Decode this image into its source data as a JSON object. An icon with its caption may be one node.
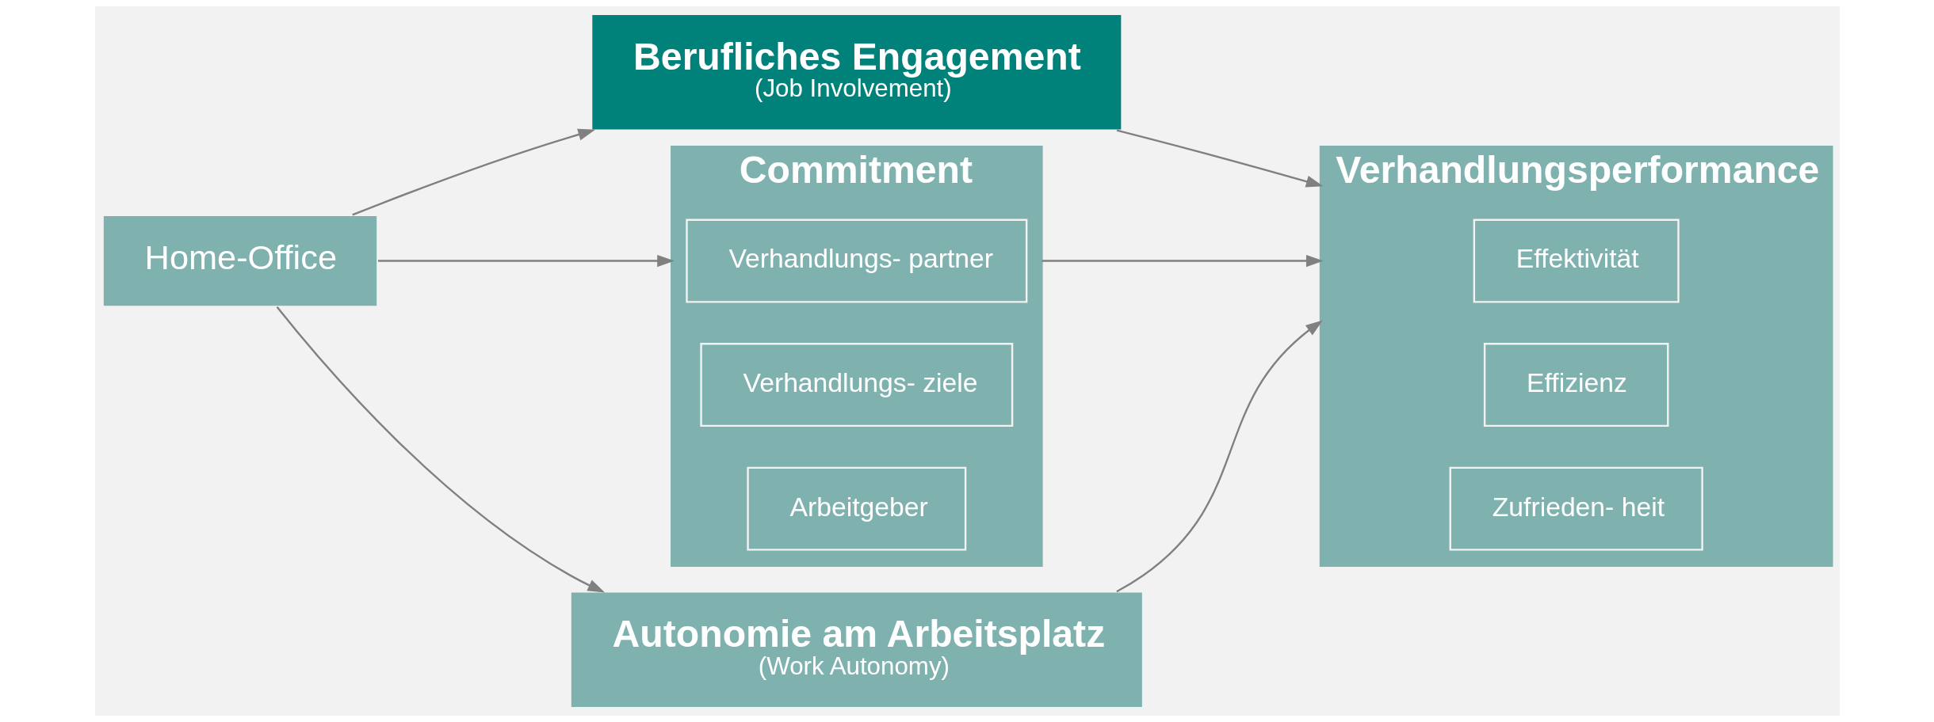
{
  "diagram": {
    "nodes": [
      {
        "text": [
          "Home-Office"
        ]
      },
      {
        "text": [
          "Berufliches Engagement",
          "(Job Involvement)"
        ]
      },
      {
        "text": [
          "Commitment"
        ]
      },
      {
        "text": [
          "Verhandlungs- partner"
        ],
        "in": 2
      },
      {
        "text": [
          "Verhandlungs- ziele"
        ],
        "in": 2
      },
      {
        "text": [
          "Arbeitgeber"
        ],
        "in": 2
      },
      {
        "text": [
          "Autonomie am Arbeitsplatz",
          "(Work Autonomy)"
        ]
      },
      {
        "text": [
          "Verhandlungsperformance"
        ]
      },
      {
        "text": [
          "Effektivität"
        ],
        "in": 7
      },
      {
        "text": [
          "Effizienz"
        ],
        "in": 7
      },
      {
        "text": [
          "Zufrieden- heit"
        ],
        "in": 7
      }
    ],
    "edges": [
      {
        "from": 0,
        "to": 1,
        "arrow": "to"
      },
      {
        "from": 0,
        "to": 2,
        "arrow": "to"
      },
      {
        "from": 0,
        "to": 6,
        "arrow": "to"
      },
      {
        "from": 1,
        "to": 7,
        "arrow": "to"
      },
      {
        "from": 2,
        "to": 7,
        "arrow": "to"
      },
      {
        "from": 6,
        "to": 7,
        "arrow": "to"
      }
    ]
  }
}
